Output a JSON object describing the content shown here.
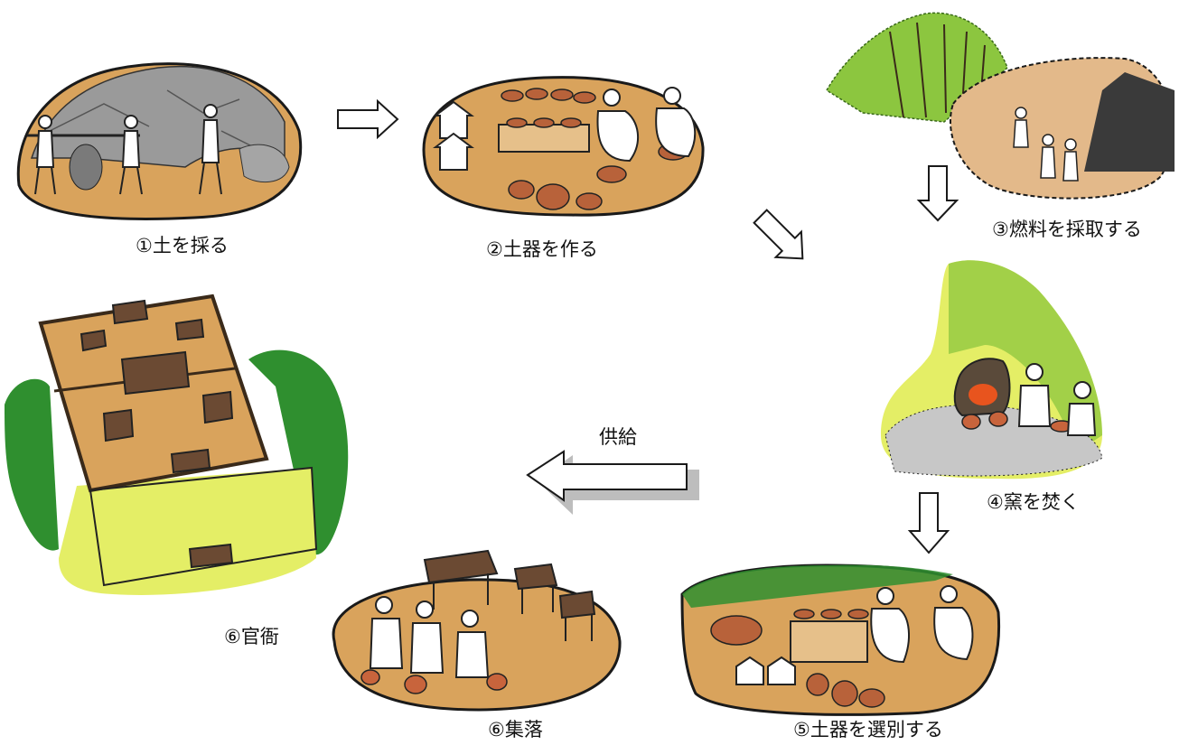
{
  "steps": {
    "step1": {
      "label": "①土を採る",
      "icon": "quarry-scene"
    },
    "step2": {
      "label": "②土器を作る",
      "icon": "pottery-making-scene"
    },
    "step3": {
      "label": "③燃料を採取する",
      "icon": "fuel-gathering-scene"
    },
    "step4": {
      "label": "④窯を焚く",
      "icon": "kiln-firing-scene"
    },
    "step5": {
      "label": "⑤土器を選別する",
      "icon": "sorting-scene"
    },
    "step6a": {
      "label": "⑥官衙",
      "icon": "government-office-scene"
    },
    "step6b": {
      "label": "⑥集落",
      "icon": "village-scene"
    }
  },
  "supply": {
    "label": "供給"
  },
  "colors": {
    "ground": "#d9a35c",
    "outline": "#1a1a1a",
    "foliage": "#8cc63f",
    "light_foliage": "#e4ee66",
    "forest": "#2f8f2f",
    "roof": "#6b4a33",
    "pot": "#c8643c",
    "rock": "#8c8c8c",
    "arrow_shadow": "#bdbdbd"
  }
}
